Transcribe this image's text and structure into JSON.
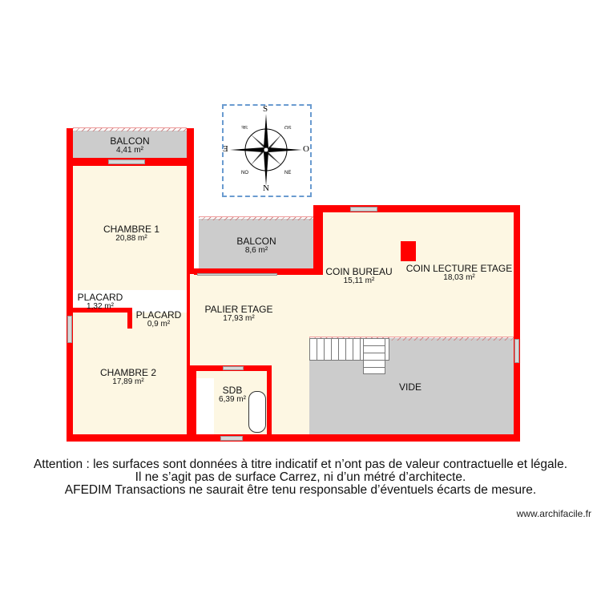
{
  "plan": {
    "rooms": [
      {
        "id": "balcon-1",
        "name": "BALCON",
        "area": "4,41 m²"
      },
      {
        "id": "chambre-1",
        "name": "CHAMBRE 1",
        "area": "20,88 m²"
      },
      {
        "id": "placard-1",
        "name": "PLACARD",
        "area": "1,32 m²"
      },
      {
        "id": "placard-2",
        "name": "PLACARD",
        "area": "0,9 m²"
      },
      {
        "id": "chambre-2",
        "name": "CHAMBRE 2",
        "area": "17,89 m²"
      },
      {
        "id": "balcon-2",
        "name": "BALCON",
        "area": "8,6 m²"
      },
      {
        "id": "palier",
        "name": "PALIER ETAGE",
        "area": "17,93 m²"
      },
      {
        "id": "coin-bureau",
        "name": "COIN BUREAU",
        "area": "15,11 m²"
      },
      {
        "id": "coin-lecture",
        "name": "COIN LECTURE ETAGE",
        "area": "18,03 m²"
      },
      {
        "id": "sdb",
        "name": "SDB",
        "area": "6,39 m²"
      },
      {
        "id": "vide",
        "name": "VIDE",
        "area": ""
      }
    ],
    "compass": {
      "n": "N",
      "s": "S",
      "e": "E",
      "o": "O",
      "ne": "NE",
      "no": "NO",
      "se": "SE",
      "so": "SO"
    },
    "colors": {
      "wall": "#ff0000",
      "room": "#fdf7e3",
      "balcony": "#cccccc",
      "compass_frame": "#6a9bd0"
    }
  },
  "notice": {
    "line1": "Attention : les surfaces sont données à titre indicatif et n’ont pas de valeur contractuelle et légale.",
    "line2": "Il ne s’agit pas de surface Carrez, ni d’un métré d’architecte.",
    "line3": "AFEDIM Transactions ne saurait être tenu responsable d’éventuels écarts de mesure."
  },
  "footer": {
    "site": "www.archifacile.fr"
  }
}
